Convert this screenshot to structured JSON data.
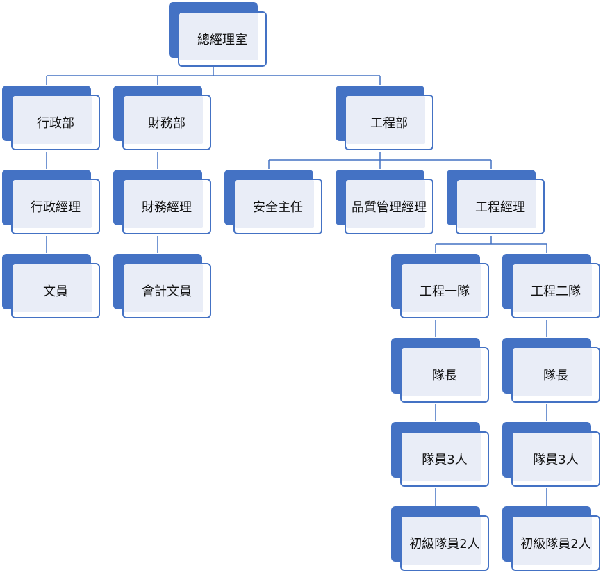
{
  "diagram": {
    "type": "organization-chart",
    "accent_color": "#4472c4",
    "box_fill_color": "#e9edf7",
    "nodes": [
      {
        "id": "gm_office",
        "label": "總經理室"
      },
      {
        "id": "admin_dept",
        "label": "行政部"
      },
      {
        "id": "finance_dept",
        "label": "財務部"
      },
      {
        "id": "engineering_dept",
        "label": "工程部"
      },
      {
        "id": "admin_manager",
        "label": "行政經理"
      },
      {
        "id": "finance_manager",
        "label": "財務經理"
      },
      {
        "id": "safety_supervisor",
        "label": "安全主任"
      },
      {
        "id": "qa_manager",
        "label": "品質管理經理"
      },
      {
        "id": "engineering_manager",
        "label": "工程經理"
      },
      {
        "id": "clerk",
        "label": "文員"
      },
      {
        "id": "accounting_clerk",
        "label": "會計文員"
      },
      {
        "id": "team_1",
        "label": "工程一隊"
      },
      {
        "id": "team_2",
        "label": "工程二隊"
      },
      {
        "id": "team_1_leader",
        "label": "隊長"
      },
      {
        "id": "team_2_leader",
        "label": "隊長"
      },
      {
        "id": "team_1_members",
        "label": "隊員3人"
      },
      {
        "id": "team_2_members",
        "label": "隊員3人"
      },
      {
        "id": "team_1_junior",
        "label": "初級隊員2人"
      },
      {
        "id": "team_2_junior",
        "label": "初級隊員2人"
      }
    ],
    "edges": [
      {
        "from": "gm_office",
        "to": "admin_dept"
      },
      {
        "from": "gm_office",
        "to": "finance_dept"
      },
      {
        "from": "gm_office",
        "to": "engineering_dept"
      },
      {
        "from": "admin_dept",
        "to": "admin_manager"
      },
      {
        "from": "admin_manager",
        "to": "clerk"
      },
      {
        "from": "finance_dept",
        "to": "finance_manager"
      },
      {
        "from": "finance_manager",
        "to": "accounting_clerk"
      },
      {
        "from": "engineering_dept",
        "to": "safety_supervisor"
      },
      {
        "from": "engineering_dept",
        "to": "qa_manager"
      },
      {
        "from": "engineering_dept",
        "to": "engineering_manager"
      },
      {
        "from": "engineering_manager",
        "to": "team_1"
      },
      {
        "from": "engineering_manager",
        "to": "team_2"
      },
      {
        "from": "team_1",
        "to": "team_1_leader"
      },
      {
        "from": "team_1_leader",
        "to": "team_1_members"
      },
      {
        "from": "team_1_members",
        "to": "team_1_junior"
      },
      {
        "from": "team_2",
        "to": "team_2_leader"
      },
      {
        "from": "team_2_leader",
        "to": "team_2_members"
      },
      {
        "from": "team_2_members",
        "to": "team_2_junior"
      }
    ]
  }
}
